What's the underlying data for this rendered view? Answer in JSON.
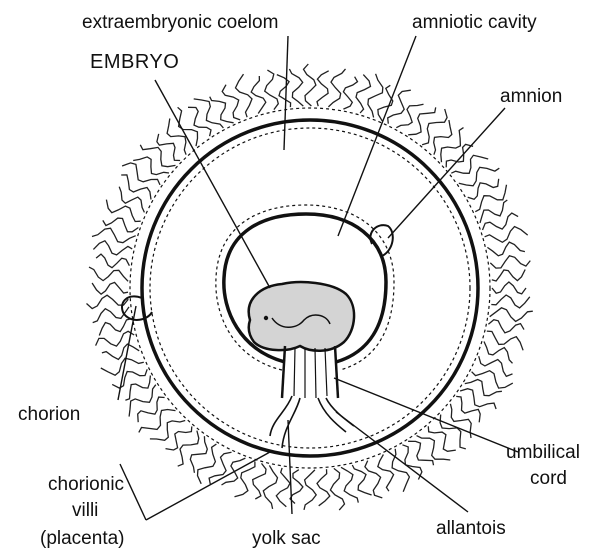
{
  "diagram": {
    "labels": {
      "extraembryonic_coelom": "extraembryonic coelom",
      "embryo": "EMBRYO",
      "amniotic_cavity": "amniotic cavity",
      "amnion": "amnion",
      "chorion": "chorion",
      "chorionic_villi_line1": "chorionic",
      "chorionic_villi_line2": "villi",
      "chorionic_villi_line3": "(placenta)",
      "yolk_sac": "yolk sac",
      "umbilical_cord_line1": "umbilical",
      "umbilical_cord_line2": "cord",
      "allantois": "allantois"
    }
  }
}
